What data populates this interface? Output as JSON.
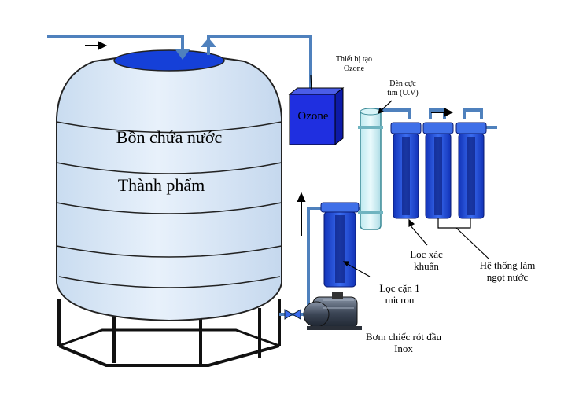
{
  "tank": {
    "title_line1": "Bồn chứa nước",
    "title_line2": "Thành phẩm"
  },
  "ozone": {
    "box_label": "Ozone",
    "caption_line1": "Thiết bị tạo",
    "caption_line2": "Ozone"
  },
  "uv": {
    "caption_line1": "Đèn cực",
    "caption_line2": "tím (U.V)"
  },
  "filters": {
    "sediment_line1": "Lọc cặn 1",
    "sediment_line2": "micron",
    "bacteria_line1": "Lọc xác",
    "bacteria_line2": "khuẩn",
    "softener_line1": "Hệ thống làm",
    "softener_line2": "ngọt nước"
  },
  "pump": {
    "caption_line1": "Bơm chiếc rót đầu",
    "caption_line2": "Inox"
  },
  "colors": {
    "pipe": "#4f81bd",
    "tank_fill": "#dbe9f7",
    "ozone_box": "#1f2fe0",
    "filter_blue": "#1f4fd0"
  }
}
